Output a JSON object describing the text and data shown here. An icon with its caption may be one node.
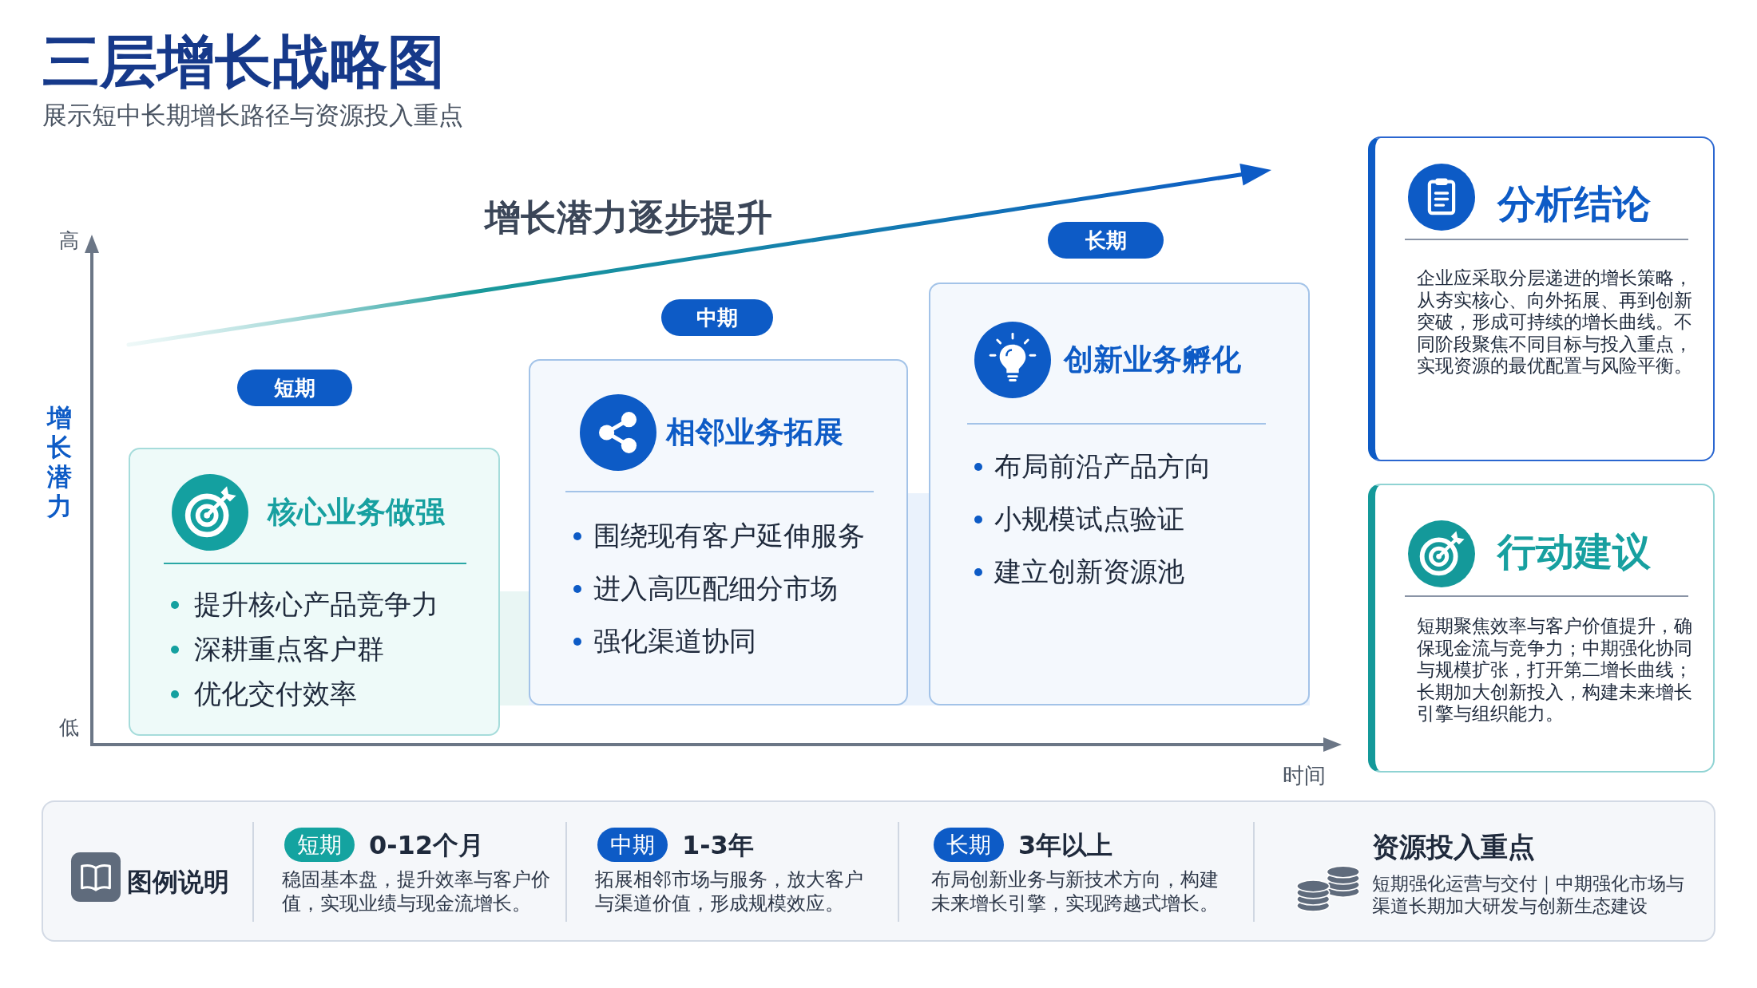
{
  "diagram": {
    "title": "三层增长战略图",
    "nodes": [
      {
        "text": [
          "短期"
        ]
      },
      {
        "text": [
          "核心业务做强",
          "提升核心产品竞争力",
          "深耕重点客户群",
          "优化交付效率"
        ]
      },
      {
        "text": [
          "中期"
        ]
      },
      {
        "text": [
          "相邻业务拓展",
          "围绕现有客户延伸服务",
          "进入高匹配细分市场",
          "强化渠道协同"
        ]
      },
      {
        "text": [
          "长期"
        ]
      },
      {
        "text": [
          "创新业务孵化",
          "布局前沿产品方向",
          "小规模试点验证",
          "建立创新资源池"
        ]
      },
      {
        "text": [
          "分析结论",
          "企业应采取分层递进的增长策略，从夯实核心、向外拓展、再到创新突破，形成可持续的增长曲线。不同阶段聚焦不同目标与投入重点，实现资源的最优配置与风险平衡。"
        ]
      },
      {
        "text": [
          "行动建议",
          "短期聚焦效率与客户价值提升，确保现金流与竞争力；中期强化协同与规模扩张，打开第二增长曲线；长期加大创新投入，构建未来增长引擎与组织能力。"
        ]
      },
      {
        "text": [
          "图例说明"
        ]
      },
      {
        "text": [
          "短期"
        ],
        "in": 8,
        "beside": [
          "0-12个月",
          "稳固基本盘，提升效率与客户价值，实现业绩与现金流增长。"
        ]
      },
      {
        "text": [
          "中期"
        ],
        "in": 8,
        "beside": [
          "1-3年",
          "拓展相邻市场与服务，放大客户与渠道价值，形成规模效应。"
        ]
      },
      {
        "text": [
          "长期"
        ],
        "in": 8,
        "beside": [
          "3年以上",
          "布局创新业务与新技术方向，构建未来增长引擎，实现跨越式增长。"
        ]
      }
    ],
    "labels": [
      "展示短中长期增长路径与资源投入重点",
      "增长潜力逐步提升",
      "高",
      "增长潜力",
      "低",
      "时间",
      "资源投入重点",
      "短期强化运营与交付｜中期强化市场与渠道长期加大研发与创新生态建设"
    ]
  }
}
